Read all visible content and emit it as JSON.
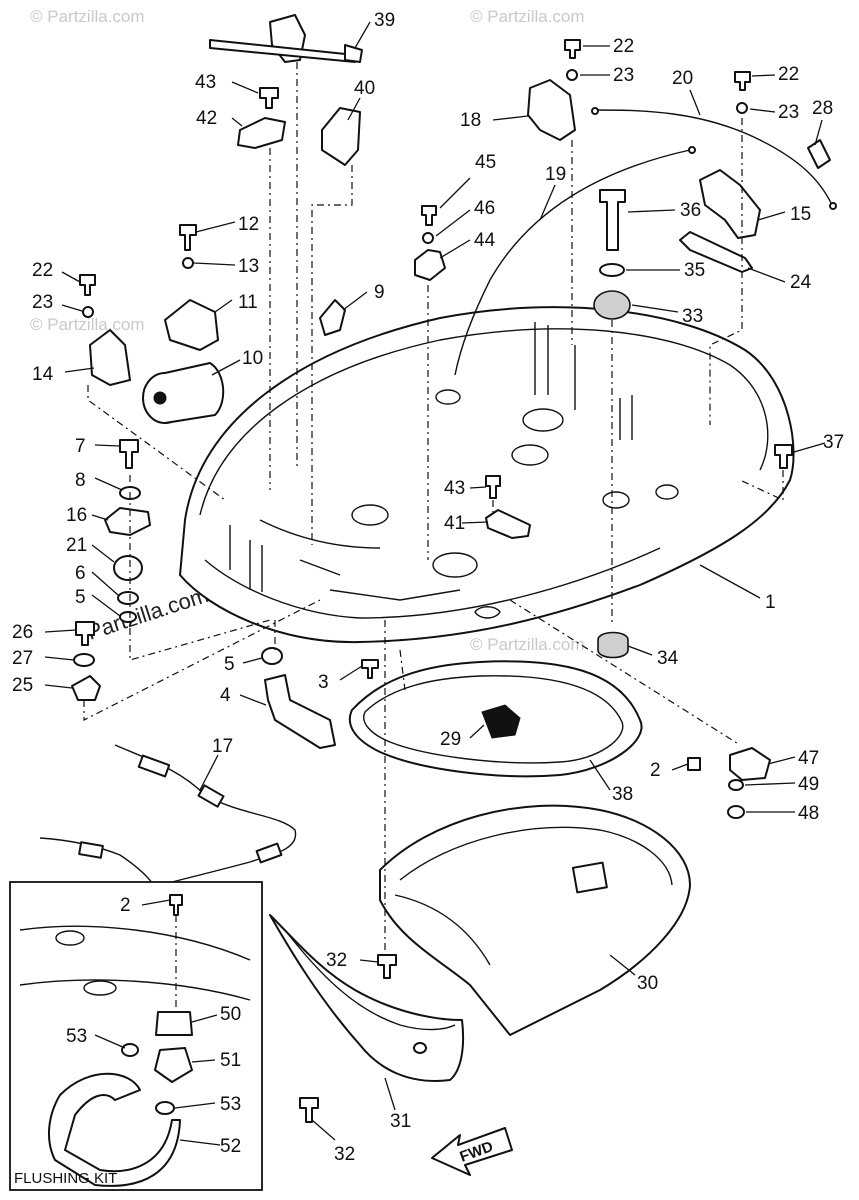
{
  "watermark": "© Partzilla.com",
  "watermark_center": "Partzilla.com",
  "kit_box_label": "FLUSHING KIT",
  "fwd_label": "FWD",
  "callouts": [
    {
      "id": "c39",
      "label": "39"
    },
    {
      "id": "c40",
      "label": "40"
    },
    {
      "id": "c43a",
      "label": "43"
    },
    {
      "id": "c42",
      "label": "42"
    },
    {
      "id": "c22a",
      "label": "22"
    },
    {
      "id": "c23a",
      "label": "23"
    },
    {
      "id": "c18",
      "label": "18"
    },
    {
      "id": "c20",
      "label": "20"
    },
    {
      "id": "c22b",
      "label": "22"
    },
    {
      "id": "c23b",
      "label": "23"
    },
    {
      "id": "c28",
      "label": "28"
    },
    {
      "id": "c45",
      "label": "45"
    },
    {
      "id": "c19",
      "label": "19"
    },
    {
      "id": "c46",
      "label": "46"
    },
    {
      "id": "c44",
      "label": "44"
    },
    {
      "id": "c36",
      "label": "36"
    },
    {
      "id": "c15",
      "label": "15"
    },
    {
      "id": "c35",
      "label": "35"
    },
    {
      "id": "c24",
      "label": "24"
    },
    {
      "id": "c33",
      "label": "33"
    },
    {
      "id": "c12",
      "label": "12"
    },
    {
      "id": "c13",
      "label": "13"
    },
    {
      "id": "c11",
      "label": "11"
    },
    {
      "id": "c22c",
      "label": "22"
    },
    {
      "id": "c23c",
      "label": "23"
    },
    {
      "id": "c9",
      "label": "9"
    },
    {
      "id": "c14",
      "label": "14"
    },
    {
      "id": "c10",
      "label": "10"
    },
    {
      "id": "c7",
      "label": "7"
    },
    {
      "id": "c37",
      "label": "37"
    },
    {
      "id": "c8",
      "label": "8"
    },
    {
      "id": "c43b",
      "label": "43"
    },
    {
      "id": "c16",
      "label": "16"
    },
    {
      "id": "c41",
      "label": "41"
    },
    {
      "id": "c21",
      "label": "21"
    },
    {
      "id": "c6",
      "label": "6"
    },
    {
      "id": "c5a",
      "label": "5"
    },
    {
      "id": "c1",
      "label": "1"
    },
    {
      "id": "c26",
      "label": "26"
    },
    {
      "id": "c27",
      "label": "27"
    },
    {
      "id": "c5b",
      "label": "5"
    },
    {
      "id": "c34",
      "label": "34"
    },
    {
      "id": "c3",
      "label": "3"
    },
    {
      "id": "c25",
      "label": "25"
    },
    {
      "id": "c4",
      "label": "4"
    },
    {
      "id": "c29",
      "label": "29"
    },
    {
      "id": "c17",
      "label": "17"
    },
    {
      "id": "c47",
      "label": "47"
    },
    {
      "id": "c2a",
      "label": "2"
    },
    {
      "id": "c49",
      "label": "49"
    },
    {
      "id": "c38",
      "label": "38"
    },
    {
      "id": "c48",
      "label": "48"
    },
    {
      "id": "c2b",
      "label": "2"
    },
    {
      "id": "c32a",
      "label": "32"
    },
    {
      "id": "c30",
      "label": "30"
    },
    {
      "id": "c50",
      "label": "50"
    },
    {
      "id": "c53a",
      "label": "53"
    },
    {
      "id": "c51",
      "label": "51"
    },
    {
      "id": "c53b",
      "label": "53"
    },
    {
      "id": "c31",
      "label": "31"
    },
    {
      "id": "c32b",
      "label": "32"
    },
    {
      "id": "c52",
      "label": "52"
    }
  ]
}
